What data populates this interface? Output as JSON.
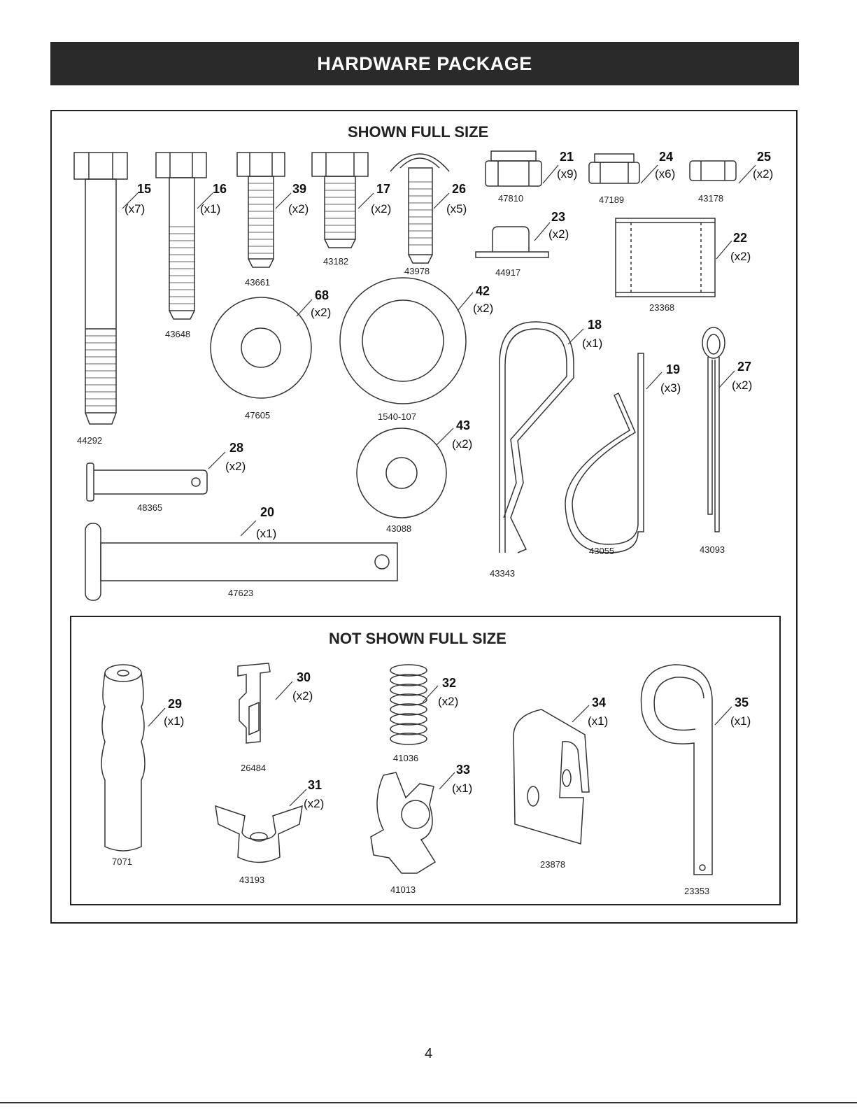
{
  "banner": {
    "title": "HARDWARE PACKAGE"
  },
  "sections": {
    "full_size": "SHOWN FULL SIZE",
    "not_full_size": "NOT SHOWN FULL SIZE"
  },
  "parts": [
    {
      "id": "p15",
      "key": "15",
      "qty": "(x7)",
      "part_number": "44292",
      "shape": "long-hex-bolt"
    },
    {
      "id": "p16",
      "key": "16",
      "qty": "(x1)",
      "part_number": "43648",
      "shape": "hex-bolt"
    },
    {
      "id": "p39",
      "key": "39",
      "qty": "(x2)",
      "part_number": "43661",
      "shape": "hex-bolt"
    },
    {
      "id": "p17",
      "key": "17",
      "qty": "(x2)",
      "part_number": "43182",
      "shape": "hex-bolt"
    },
    {
      "id": "p26",
      "key": "26",
      "qty": "(x5)",
      "part_number": "43978",
      "shape": "carriage-bolt"
    },
    {
      "id": "p21",
      "key": "21",
      "qty": "(x9)",
      "part_number": "47810",
      "shape": "lock-nut"
    },
    {
      "id": "p24",
      "key": "24",
      "qty": "(x6)",
      "part_number": "47189",
      "shape": "lock-nut"
    },
    {
      "id": "p25",
      "key": "25",
      "qty": "(x2)",
      "part_number": "43178",
      "shape": "hex-nut"
    },
    {
      "id": "p23",
      "key": "23",
      "qty": "(x2)",
      "part_number": "44917",
      "shape": "cap"
    },
    {
      "id": "p22",
      "key": "22",
      "qty": "(x2)",
      "part_number": "23368",
      "shape": "spacer"
    },
    {
      "id": "p68",
      "key": "68",
      "qty": "(x2)",
      "part_number": "47605",
      "shape": "washer"
    },
    {
      "id": "p42",
      "key": "42",
      "qty": "(x2)",
      "part_number": "1540-107",
      "shape": "washer"
    },
    {
      "id": "p43",
      "key": "43",
      "qty": "(x2)",
      "part_number": "43088",
      "shape": "washer"
    },
    {
      "id": "p18",
      "key": "18",
      "qty": "(x1)",
      "part_number": "43343",
      "shape": "hair-pin"
    },
    {
      "id": "p19",
      "key": "19",
      "qty": "(x3)",
      "part_number": "43055",
      "shape": "hair-pin"
    },
    {
      "id": "p27",
      "key": "27",
      "qty": "(x2)",
      "part_number": "43093",
      "shape": "cotter-pin"
    },
    {
      "id": "p28",
      "key": "28",
      "qty": "(x2)",
      "part_number": "48365",
      "shape": "clevis-pin"
    },
    {
      "id": "p20",
      "key": "20",
      "qty": "(x1)",
      "part_number": "47623",
      "shape": "clevis-pin"
    },
    {
      "id": "p29",
      "key": "29",
      "qty": "(x1)",
      "part_number": "7071",
      "shape": "handle-grip"
    },
    {
      "id": "p30",
      "key": "30",
      "qty": "(x2)",
      "part_number": "26484",
      "shape": "clip"
    },
    {
      "id": "p32",
      "key": "32",
      "qty": "(x2)",
      "part_number": "41036",
      "shape": "spring"
    },
    {
      "id": "p31",
      "key": "31",
      "qty": "(x2)",
      "part_number": "43193",
      "shape": "wing-nut"
    },
    {
      "id": "p33",
      "key": "33",
      "qty": "(x1)",
      "part_number": "41013",
      "shape": "cable-clip"
    },
    {
      "id": "p34",
      "key": "34",
      "qty": "(x1)",
      "part_number": "23878",
      "shape": "bracket"
    },
    {
      "id": "p35",
      "key": "35",
      "qty": "(x1)",
      "part_number": "23353",
      "shape": "rod"
    }
  ],
  "page": {
    "number": "4"
  }
}
